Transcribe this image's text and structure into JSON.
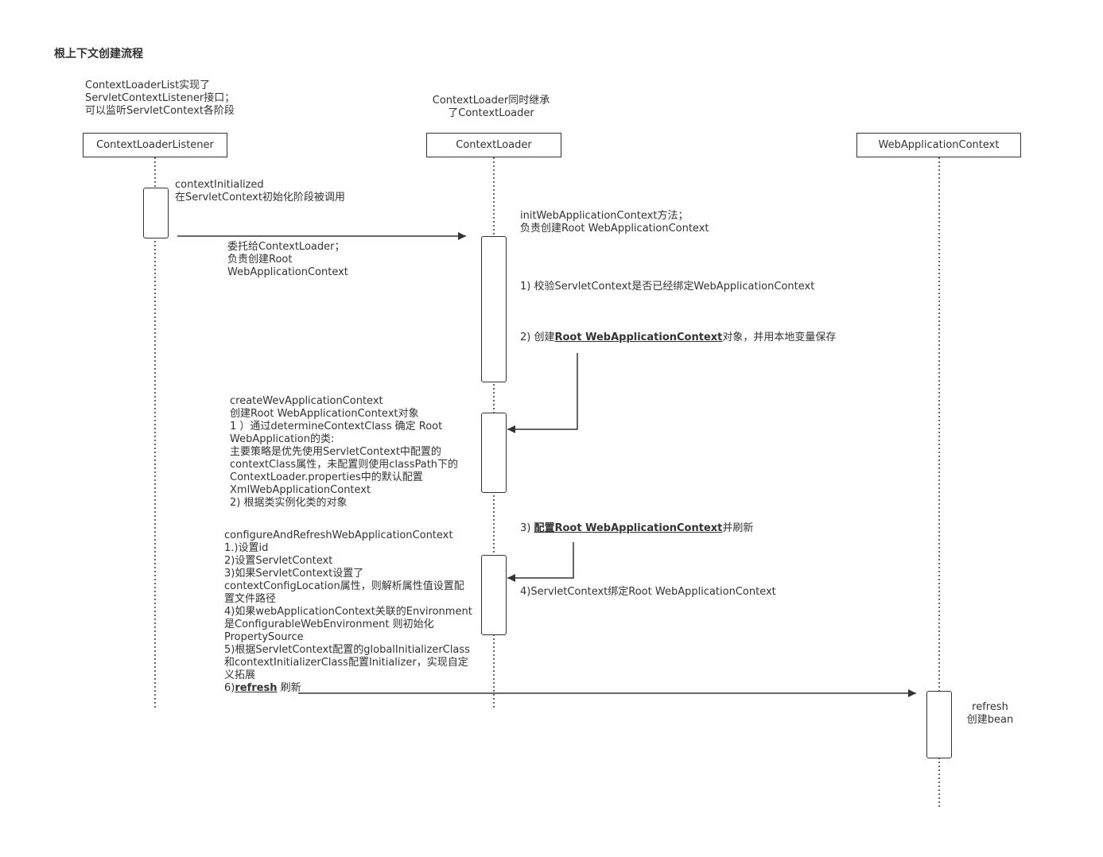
{
  "title": "根上下文创建流程",
  "participants": {
    "listener": "ContextLoaderListener",
    "loader": "ContextLoader",
    "wac": "WebApplicationContext"
  },
  "notes": {
    "listener_note": "ContextLoaderList实现了\nServletContextListener接口；\n可以监听ServletContext各阶段",
    "loader_note": "ContextLoader同时继承\n了ContextLoader",
    "context_initialized": "contextInitialized\n在ServletContext初始化阶段被调用",
    "delegate": "委托给ContextLoader；\n负责创建Root\nWebApplicationContext",
    "init_wac": "initWebApplicationContext方法；\n负责创建Root WebApplicationContext",
    "step1": "1) 校验ServletContext是否已经绑定WebApplicationContext",
    "step2_prefix": "2) 创建",
    "step2_bold": "Root WebApplicationContext",
    "step2_suffix": "对象，并用本地变量保存",
    "create_wac": "createWevApplicationContext\n创建Root WebApplicationContext对象\n1 ）通过determineContextClass 确定 Root\nWebApplication的类:\n主要策略是优先使用ServletContext中配置的\ncontextClass属性，未配置则使用classPath下的\nContextLoader.properties中的默认配置\nXmlWebApplicationContext\n2) 根据类实例化类的对象",
    "step3_prefix": "3) ",
    "step3_bold": "配置Root WebApplicationContext",
    "step3_suffix": "并刷新",
    "configure": "configureAndRefreshWebApplicationContext\n1.)设置id\n2)设置ServletContext\n3)如果ServletContext设置了\ncontextConfigLocation属性，则解析属性值设置配\n置文件路径\n4)如果webApplicationContext关联的Environment\n是ConfigurableWebEnvironment 则初始化\nPropertySource\n5)根据ServletContext配置的globalInitializerClass\n和contextInitializerClass配置Initializer，实现自定\n义拓展",
    "refresh_prefix": "6)",
    "refresh_bold": "refresh",
    "refresh_suffix": " 刷新",
    "step4": "4)ServletContext绑定Root WebApplicationContext",
    "refresh_note": "refresh\n创建bean"
  },
  "colors": {
    "stroke": "#333333",
    "text": "#333333",
    "background": "#ffffff"
  }
}
